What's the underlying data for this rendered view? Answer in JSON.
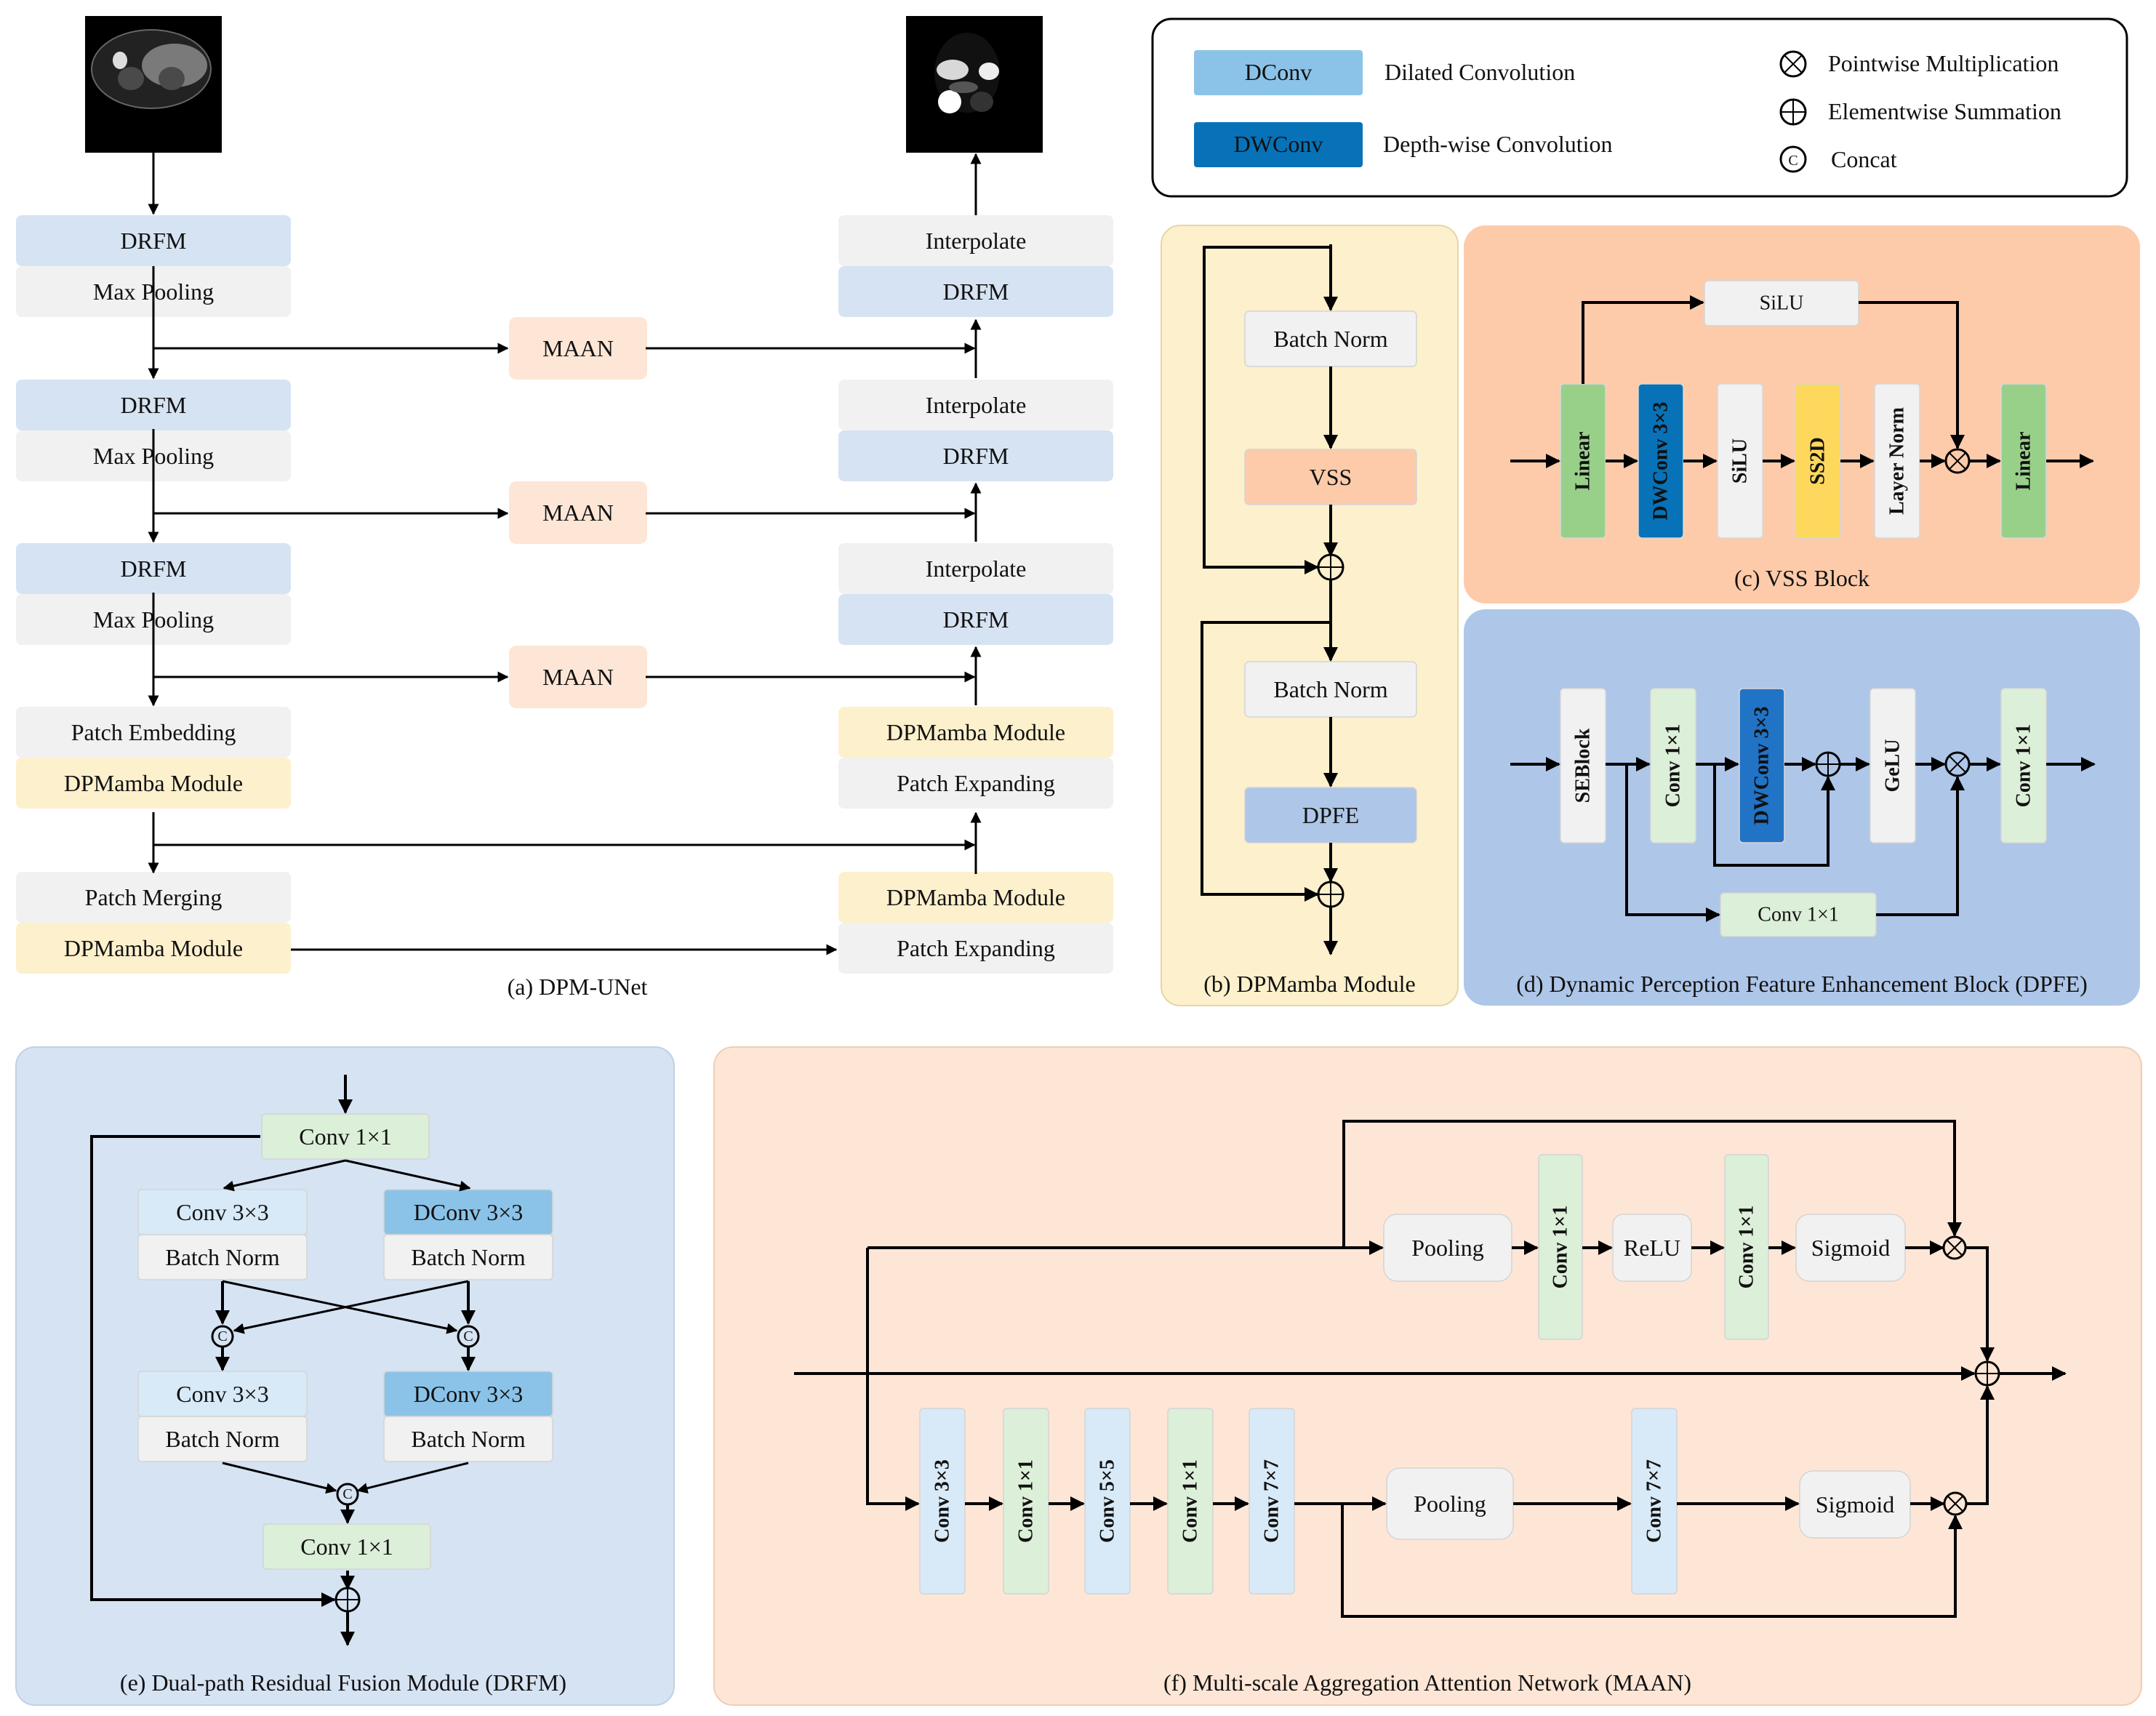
{
  "colors": {
    "drfm": "#d6e3f3",
    "gray": "#f1f1f1",
    "maan": "#fde6d6",
    "dpmamba": "#fdf0cc",
    "dconv": "#8bc3e8",
    "dwconv": "#0772b8",
    "dwconv_dpfe": "#2173c6",
    "vss_bg": "#fdcbaa",
    "dpfe_bg": "#aec6e8",
    "dpmamba_bg": "#fdf0cc",
    "drfm_bg": "#d6e3f3",
    "maan_bg": "#fee6d6",
    "linear": "#98d08a",
    "ss2d": "#fdd85d",
    "conv1": "#dcefd8",
    "conv3": "#d8eaf8",
    "vss_box": "#fdcbaa",
    "dpfe_box": "#aec6e8"
  },
  "legend": {
    "dconv_chip": "DConv",
    "dconv_desc": "Dilated Convolution",
    "dwconv_chip": "DWConv",
    "dwconv_desc": "Depth-wise Convolution",
    "mult_desc": "Pointwise Multiplication",
    "sum_desc": "Elementwise Summation",
    "concat_desc": "Concat",
    "concat_glyph": "C"
  },
  "unet": {
    "caption": "(a) DPM-UNet",
    "input_image": "abdominal MRI slice",
    "output_image": "segmentation mask",
    "encoder": [
      {
        "top": "DRFM",
        "bottom": "Max Pooling"
      },
      {
        "top": "DRFM",
        "bottom": "Max Pooling"
      },
      {
        "top": "DRFM",
        "bottom": "Max Pooling"
      },
      {
        "top": "Patch Embedding",
        "bottom": "DPMamba Module"
      },
      {
        "top": "Patch Merging",
        "bottom": "DPMamba Module"
      }
    ],
    "decoder": [
      {
        "top": "Interpolate",
        "bottom": "DRFM"
      },
      {
        "top": "Interpolate",
        "bottom": "DRFM"
      },
      {
        "top": "Interpolate",
        "bottom": "DRFM"
      },
      {
        "top": "DPMamba Module",
        "bottom": "Patch Expanding"
      },
      {
        "top": "DPMamba Module",
        "bottom": "Patch Expanding"
      }
    ],
    "skip": [
      "MAAN",
      "MAAN",
      "MAAN"
    ]
  },
  "dpmamba": {
    "caption": "(b) DPMamba Module",
    "blocks": [
      "Batch Norm",
      "VSS",
      "Batch Norm",
      "DPFE"
    ]
  },
  "vss": {
    "caption": "(c) VSS Block",
    "silu_top": "SiLU",
    "blocks": [
      "Linear",
      "DWConv 3×3",
      "SiLU",
      "SS2D",
      "Layer Norm",
      "Linear"
    ]
  },
  "dpfe": {
    "caption": "(d) Dynamic Perception Feature Enhancement Block (DPFE)",
    "blocks": [
      "SEBlock",
      "Conv 1×1",
      "DWConv 3×3",
      "GeLU",
      "Conv 1×1"
    ],
    "bottom": "Conv 1×1"
  },
  "drfm": {
    "caption": "(e) Dual-path Residual Fusion Module (DRFM)",
    "conv_in": "Conv 1×1",
    "left1": "Conv 3×3",
    "left1_bn": "Batch Norm",
    "right1": "DConv 3×3",
    "right1_bn": "Batch Norm",
    "left2": "Conv 3×3",
    "left2_bn": "Batch Norm",
    "right2": "DConv 3×3",
    "right2_bn": "Batch Norm",
    "conv_out": "Conv 1×1",
    "concat_glyph": "C"
  },
  "maan": {
    "caption": "(f) Multi-scale Aggregation Attention Network (MAAN)",
    "top_branch": [
      "Pooling",
      "Conv 1×1",
      "ReLU",
      "Conv 1×1",
      "Sigmoid"
    ],
    "bottom_convs": [
      "Conv 3×3",
      "Conv 1×1",
      "Conv 5×5",
      "Conv 1×1",
      "Conv 7×7"
    ],
    "bottom_branch": [
      "Pooling",
      "Conv 7×7",
      "Sigmoid"
    ]
  }
}
